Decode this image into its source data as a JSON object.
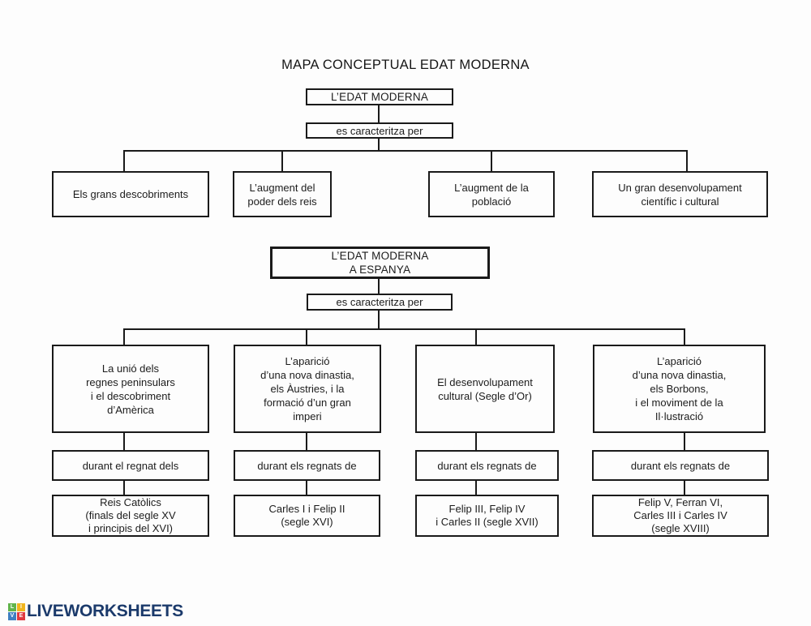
{
  "page": {
    "title": "MAPA CONCEPTUAL EDAT MODERNA"
  },
  "map1": {
    "root": "L’EDAT MODERNA",
    "link": "es caracteritza per",
    "children": [
      {
        "label": "Els grans descobriments"
      },
      {
        "label": "L’augment del\npoder dels reis"
      },
      {
        "label": "L’augment de la\npoblació"
      },
      {
        "label": "Un gran desenvolupament\ncientífic i cultural"
      }
    ]
  },
  "map2": {
    "root": "L’EDAT MODERNA\nA ESPANYA",
    "link": "es caracteritza per",
    "branches": [
      {
        "feature": "La unió dels\nregnes peninsulars\ni el descobriment\nd’Amèrica",
        "during": "durant el regnat dels",
        "kings": "Reis Catòlics\n(finals del segle XV\ni principis del XVI)"
      },
      {
        "feature": "L’aparició\nd’una nova dinastia,\nels Àustries, i la\nformació d’un gran\nimperi",
        "during": "durant els regnats de",
        "kings": "Carles I i Felip II\n(segle XVI)"
      },
      {
        "feature": "El desenvolupament\ncultural (Segle d’Or)",
        "during": "durant els regnats de",
        "kings": "Felip III, Felip IV\ni Carles II (segle XVII)"
      },
      {
        "feature": "L’aparició\nd’una nova dinastia,\nels Borbons,\ni el moviment de la\nIl·lustració",
        "during": "durant els regnats de",
        "kings": "Felip V, Ferran VI,\nCarles III i Carles IV\n(segle XVIII)"
      }
    ]
  },
  "footer": {
    "brand": "LIVEWORKSHEETS",
    "tiles": [
      "L",
      "I",
      "V",
      "E"
    ],
    "colors": {
      "brand_text": "#1b3a6b",
      "tile_l": "#61b44b",
      "tile_i": "#f0b51d",
      "tile_v": "#3e7fc1",
      "tile_e": "#e0393f",
      "line": "#1a1a1a",
      "background": "#fdfdfd"
    }
  }
}
